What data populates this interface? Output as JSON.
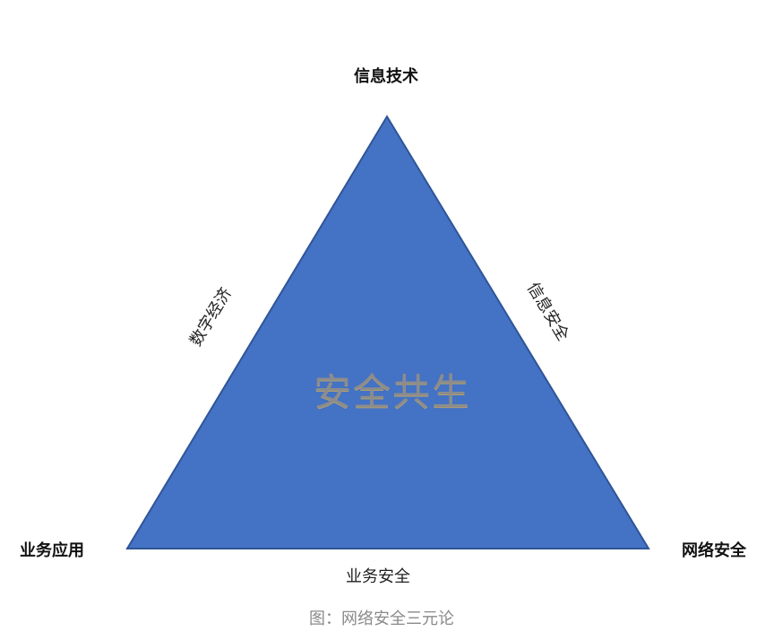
{
  "colors": {
    "triangle_fill": "#4472c4",
    "triangle_stroke": "#2f5597",
    "center_text": "#8c8c8c",
    "caption_text": "#8a8a8a"
  },
  "vertices": {
    "top": "信息技术",
    "bottom_left": "业务应用",
    "bottom_right": "网络安全"
  },
  "edges": {
    "left": "数字经济",
    "right": "信息安全",
    "bottom": "业务安全"
  },
  "center": "安全共生",
  "caption": "图：网络安全三元论"
}
